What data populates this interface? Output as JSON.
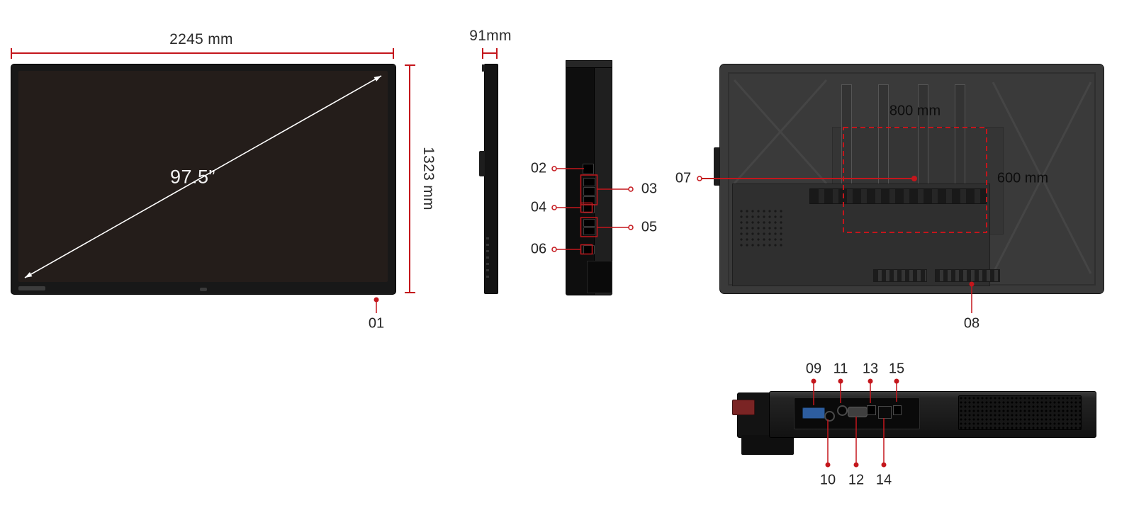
{
  "labels": {
    "front_width": "2245 mm",
    "front_height": "1323 mm",
    "diagonal": "97.5”",
    "side_depth": "91mm",
    "vesa_width": "800 mm",
    "vesa_height": "600 mm"
  },
  "callouts": {
    "c01": "01",
    "c02": "02",
    "c03": "03",
    "c04": "04",
    "c05": "05",
    "c06": "06",
    "c07": "07",
    "c08": "08",
    "c09": "09",
    "c10": "10",
    "c11": "11",
    "c12": "12",
    "c13": "13",
    "c14": "14",
    "c15": "15"
  },
  "colors": {
    "annotation_red": "#c4161c",
    "front_bezel": "#181818",
    "screen_black": "#241d1a",
    "rear_panel_gray": "#3a3a3a",
    "diagonal_arrow_white": "#ffffff",
    "vga_port_blue": "#2d5d9f",
    "power_plug_red": "#7a2424"
  }
}
